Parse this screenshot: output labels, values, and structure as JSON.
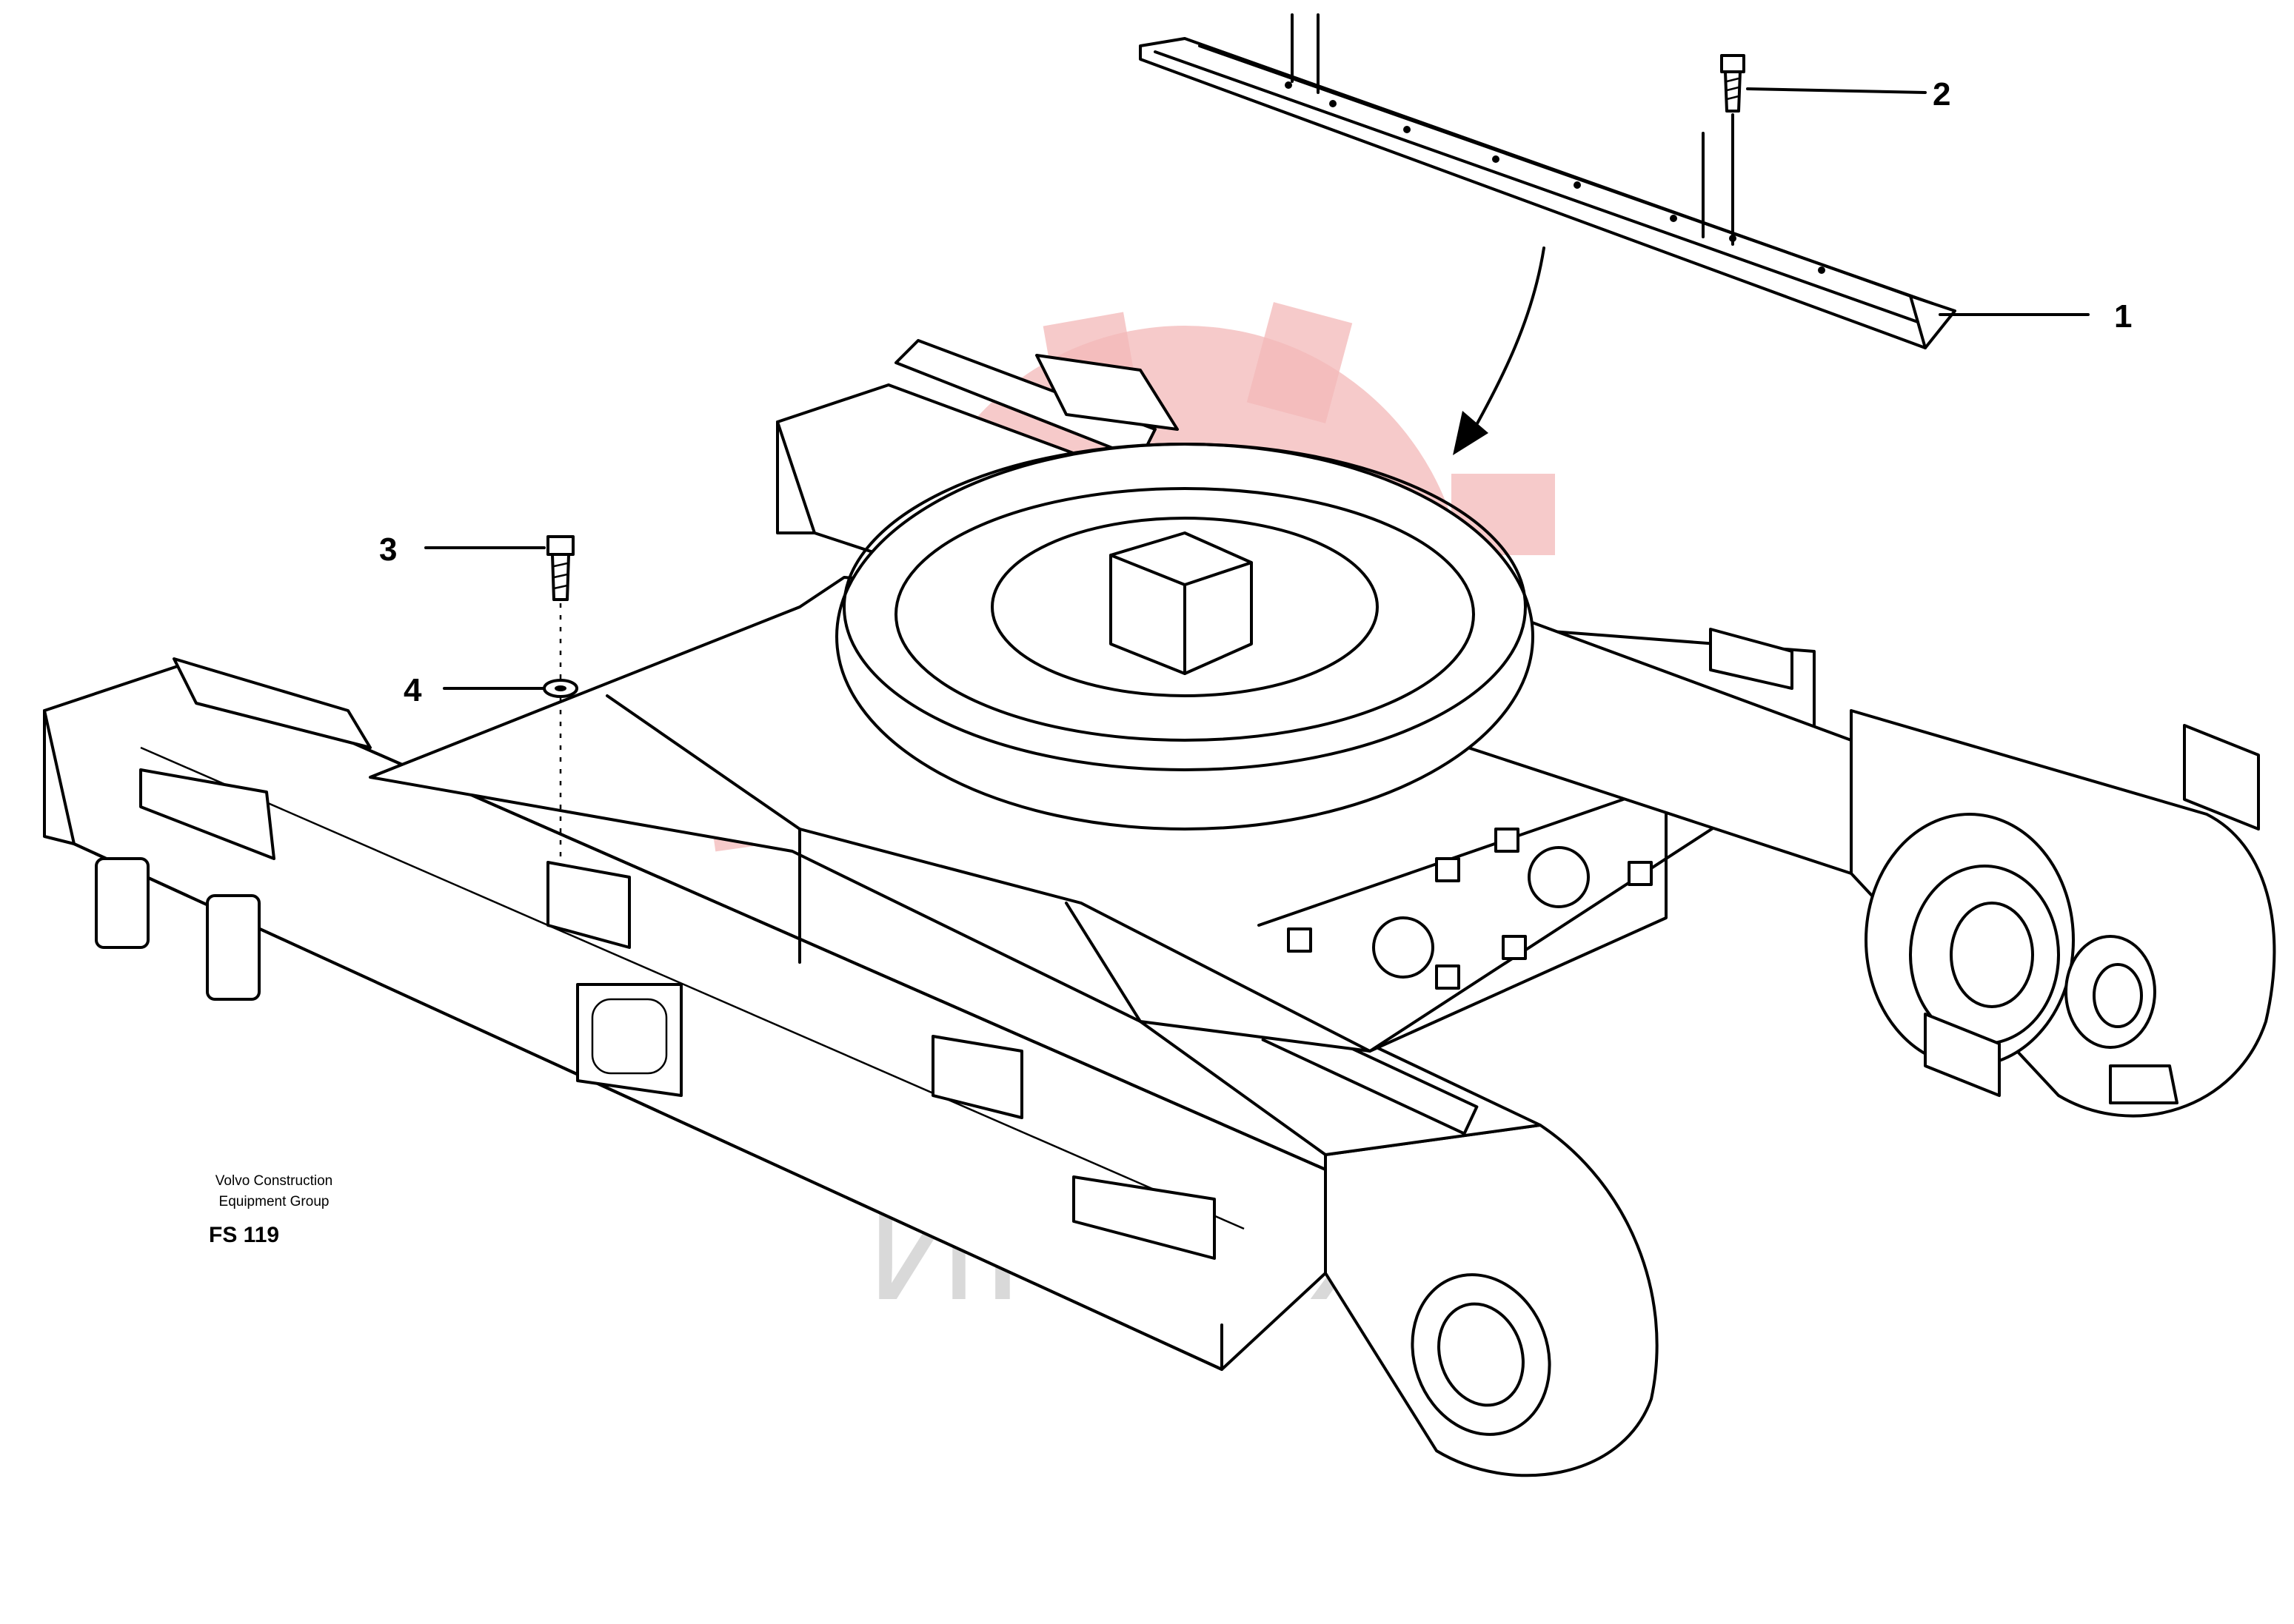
{
  "diagram": {
    "callouts": [
      {
        "id": "1",
        "label": "1"
      },
      {
        "id": "2",
        "label": "2"
      },
      {
        "id": "3",
        "label": "3"
      },
      {
        "id": "4",
        "label": "4"
      }
    ],
    "caption": {
      "company_line1": "Volvo Construction",
      "company_line2": "Equipment Group",
      "figure_code": "FS 119"
    },
    "watermark": {
      "text": "ИНТЕХ",
      "color": "#f3b8b8"
    }
  }
}
